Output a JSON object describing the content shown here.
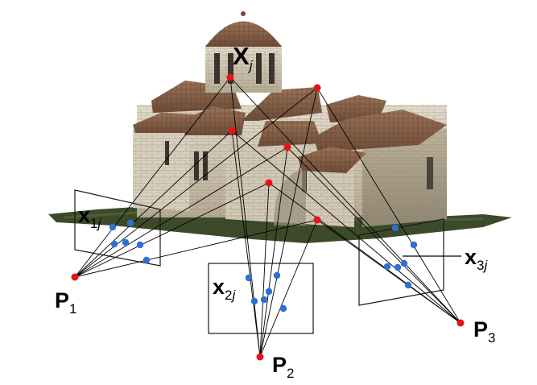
{
  "labels": {
    "X": {
      "main": "X",
      "sub": "j"
    },
    "x1": {
      "main": "x",
      "sub_num": "1",
      "sub_it": "j"
    },
    "x2": {
      "main": "x",
      "sub_num": "2",
      "sub_it": "j"
    },
    "x3": {
      "main": "x",
      "sub_num": "3",
      "sub_it": "j"
    },
    "P1": {
      "main": "P",
      "sub_num": "1"
    },
    "P2": {
      "main": "P",
      "sub_num": "2"
    },
    "P3": {
      "main": "P",
      "sub_num": "3"
    }
  },
  "colors": {
    "scene_point": "#e8121a",
    "image_point": "#2f6fd4",
    "ray": "#000000",
    "frame": "#1a1a1a",
    "ground": "#3d4a2a",
    "stone": "#cfc6b4",
    "roof": "#8a6148"
  },
  "icons": {
    "building": "church-photo-illustration"
  }
}
